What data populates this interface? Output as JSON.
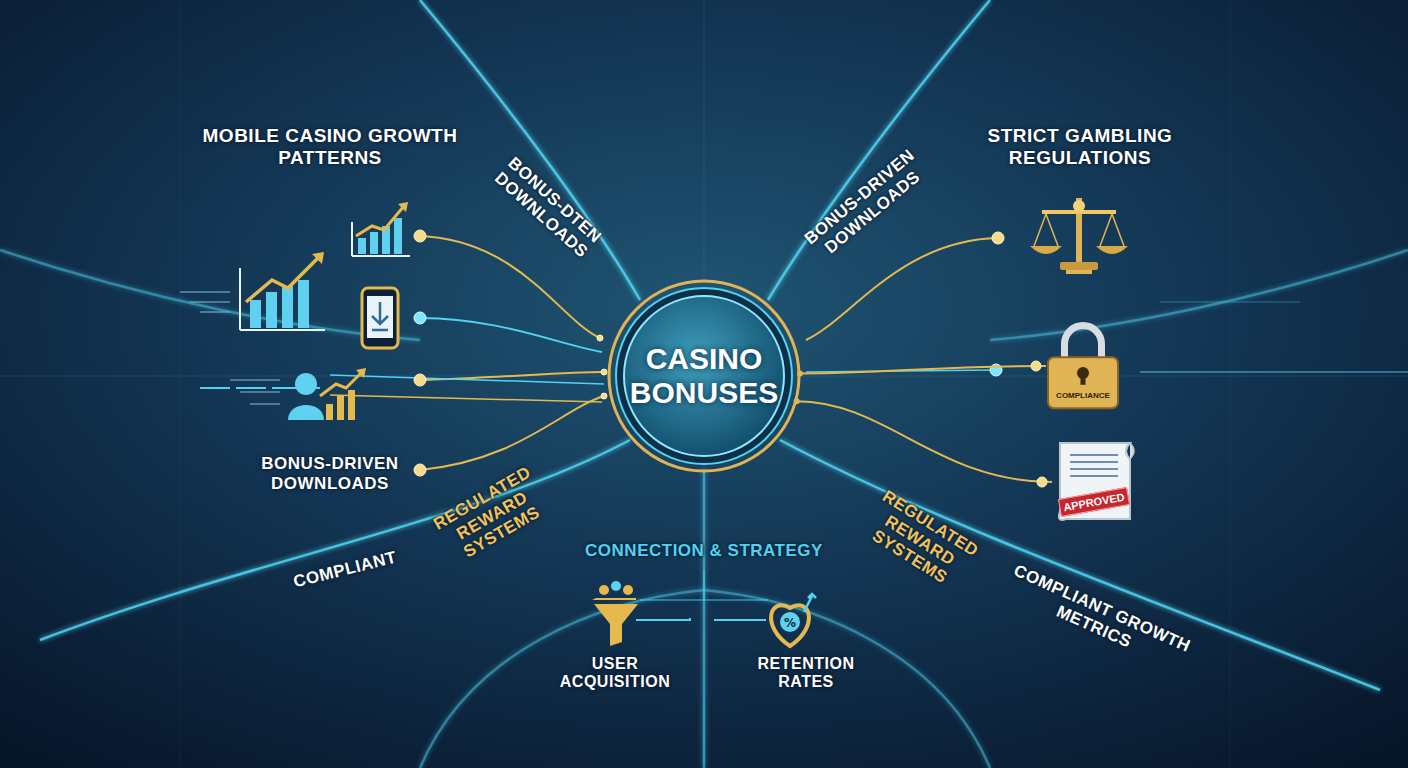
{
  "diagram": {
    "nodes": [
      {
        "text": [
          "CASINO BONUSES"
        ]
      },
      {
        "text": [
          "COMPLIANCE"
        ]
      },
      {
        "text": [
          "APPROVED"
        ]
      }
    ],
    "edges": [
      {
        "from": 1,
        "to": 0,
        "arrow": "none"
      },
      {
        "from": 2,
        "to": 0,
        "arrow": "none"
      }
    ],
    "labels": [
      "MOBILE CASINO GROWTH PATTERNS",
      "BONUS-DTEN DOWNLOADS",
      "BONUS-DRIVEN DOWNLOADS",
      "STRICT GAMBLING REGULATIONS",
      "BONUS-DRIVEN DOWNLOADS",
      "COMPLIANT",
      "REGULATED REWARD SYSTEMS",
      "CONNECTION & STRATEGY",
      "REGULATED REWARD SYSTEMS",
      "COMPLIANT GROWTH METRICS",
      "USER ACQUISITION",
      "RETENTION RATES"
    ]
  }
}
